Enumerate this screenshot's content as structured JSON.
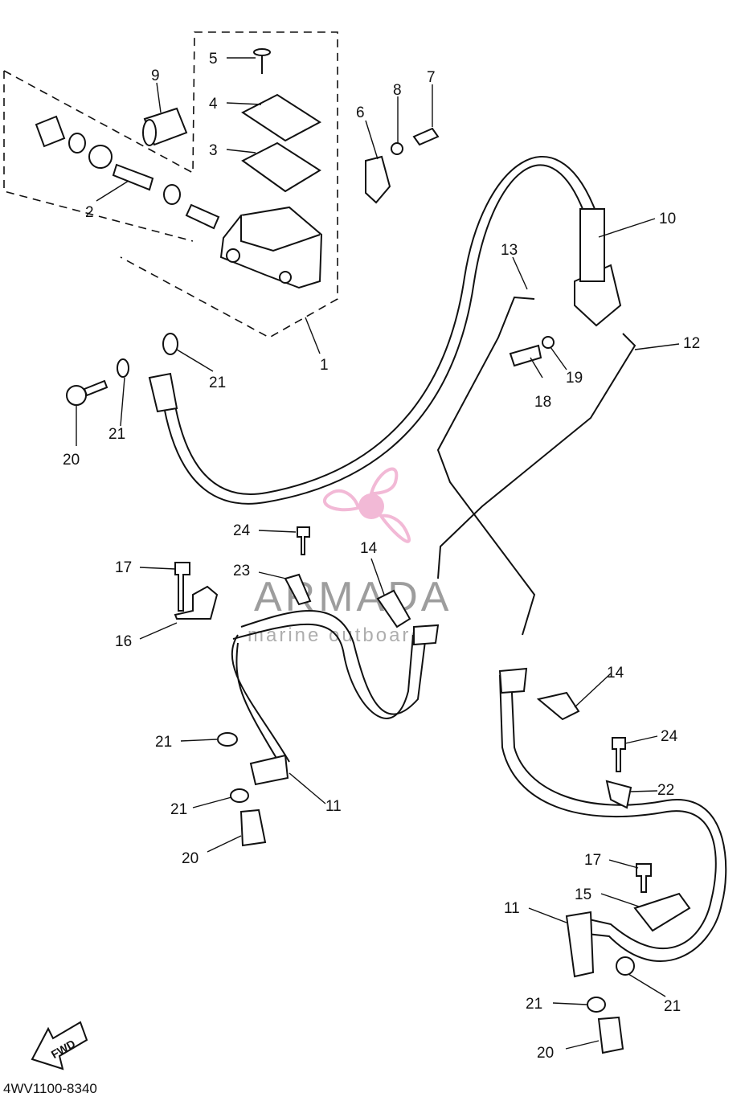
{
  "diagram": {
    "part_labels": {
      "p1": "1",
      "p2": "2",
      "p3": "3",
      "p4": "4",
      "p5": "5",
      "p6": "6",
      "p7": "7",
      "p8": "8",
      "p9": "9",
      "p10": "10",
      "p11a": "11",
      "p11b": "11",
      "p12": "12",
      "p13": "13",
      "p14a": "14",
      "p14b": "14",
      "p15": "15",
      "p16": "16",
      "p17a": "17",
      "p17b": "17",
      "p18": "18",
      "p19": "19",
      "p20a": "20",
      "p20b": "20",
      "p20c": "20",
      "p21a": "21",
      "p21b": "21",
      "p21c": "21",
      "p21d": "21",
      "p21e": "21",
      "p21f": "21",
      "p22": "22",
      "p23": "23",
      "p24a": "24",
      "p24b": "24"
    },
    "diagram_code": "4WV1100-8340",
    "fwd_label": "FWD"
  },
  "watermark": {
    "title": "ARMADA",
    "subtitle": "marine outboards",
    "logo_color": "#f0a8cc"
  }
}
